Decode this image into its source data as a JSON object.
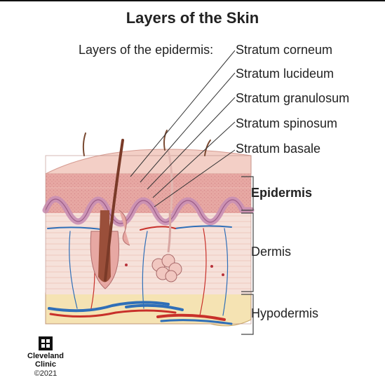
{
  "title": "Layers of the Skin",
  "epidermis_layers_heading": "Layers of the epidermis:",
  "epidermis_layers": [
    "Stratum corneum",
    "Stratum lucideum",
    "Stratum granulosum",
    "Stratum spinosum",
    "Stratum basale"
  ],
  "skin_layers": {
    "epidermis": "Epidermis",
    "dermis": "Dermis",
    "hypodermis": "Hypodermis"
  },
  "logo": {
    "name_line1": "Cleveland",
    "name_line2": "Clinic",
    "copyright": "©2021"
  },
  "colors": {
    "epidermis_surface": "#f3cfc6",
    "epidermis_body": "#e7a8a3",
    "dermis": "#f6e1da",
    "hypodermis": "#f5e3b3",
    "basal_wave": "#c98fb4",
    "artery": "#c8302a",
    "vein": "#2f6fb8",
    "hair": "#7a3a28"
  }
}
